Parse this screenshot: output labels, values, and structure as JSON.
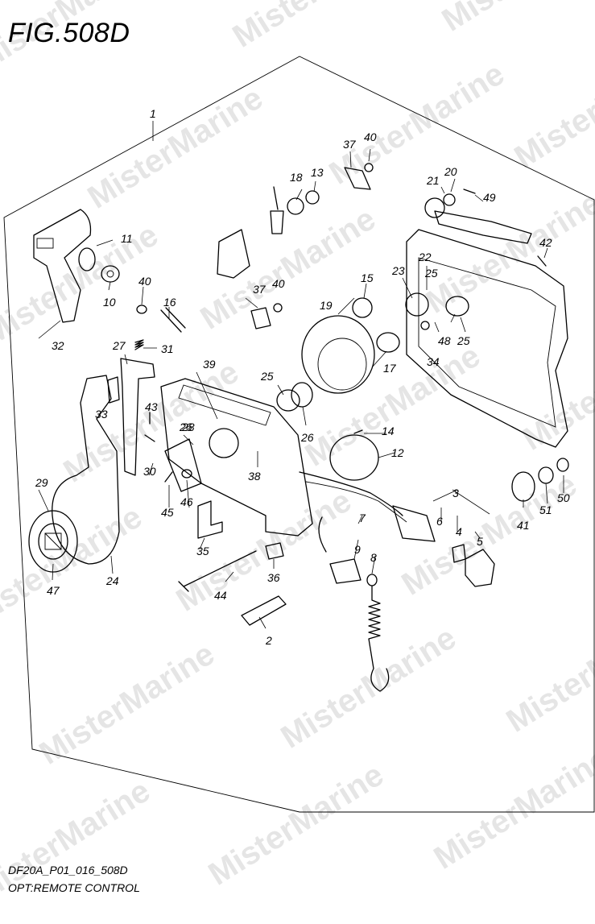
{
  "figure": {
    "title": "FIG.508D",
    "code": "DF20A_P01_016_508D",
    "name": "OPT:REMOTE CONTROL",
    "watermark": "MisterMarine"
  },
  "callouts": [
    "1",
    "2",
    "3",
    "4",
    "5",
    "6",
    "7",
    "8",
    "9",
    "10",
    "11",
    "12",
    "13",
    "14",
    "15",
    "16",
    "17",
    "18",
    "19",
    "20",
    "21",
    "22",
    "23",
    "24",
    "25",
    "25",
    "25",
    "26",
    "26",
    "27",
    "28",
    "29",
    "30",
    "31",
    "32",
    "33",
    "34",
    "35",
    "36",
    "37",
    "37",
    "38",
    "39",
    "40",
    "40",
    "40",
    "41",
    "42",
    "43",
    "44",
    "45",
    "46",
    "47",
    "48",
    "49",
    "50",
    "51"
  ]
}
